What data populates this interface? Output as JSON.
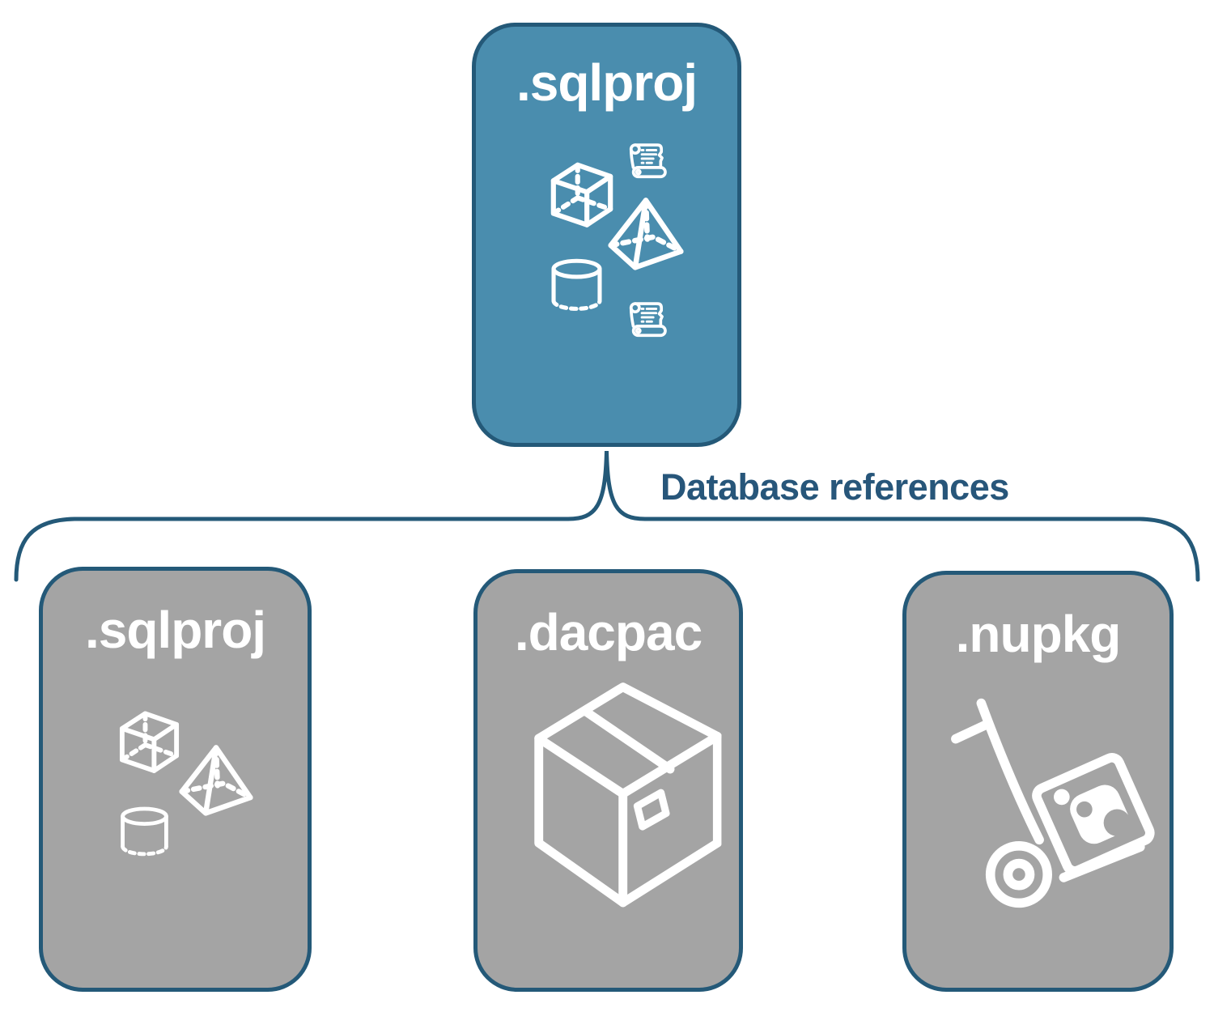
{
  "colors": {
    "accent_fill": "#4A8DAE",
    "node_border": "#245978",
    "gray_fill": "#A4A4A4",
    "connector_text": "#27567A",
    "icon_stroke": "#FFFFFF"
  },
  "diagram": {
    "root_node": {
      "label": ".sqlproj",
      "icons": [
        "cube-icon",
        "scroll-icon",
        "pyramid-icon",
        "cylinder-icon",
        "scroll-icon"
      ]
    },
    "connector": {
      "label": "Database references"
    },
    "child_nodes": [
      {
        "label": ".sqlproj",
        "icons": [
          "cube-icon",
          "pyramid-icon",
          "cylinder-icon"
        ]
      },
      {
        "label": ".dacpac",
        "icons": [
          "package-box-icon"
        ]
      },
      {
        "label": ".nupkg",
        "icons": [
          "hand-truck-package-icon"
        ]
      }
    ]
  }
}
